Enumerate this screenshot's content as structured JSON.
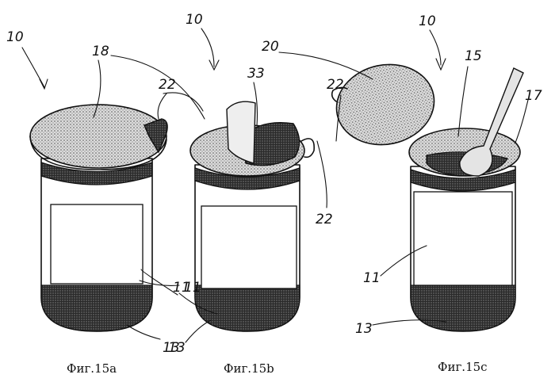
{
  "figures": [
    {
      "caption": "Фиг.15a",
      "ref_container": "10",
      "ref_lid": "18",
      "ref_tab": "22",
      "ref_label": "11",
      "ref_base": "13"
    },
    {
      "caption": "Фиг.15b",
      "ref_container": "10",
      "ref_insert": "33",
      "ref_tab": "22",
      "ref_label": "11",
      "ref_base": "13"
    },
    {
      "caption": "Фиг.15c",
      "ref_container": "10",
      "ref_lid": "20",
      "ref_tab": "22",
      "ref_content": "15",
      "ref_rim": "17",
      "ref_label": "11",
      "ref_base": "13"
    }
  ],
  "colors": {
    "ink": "#111111",
    "stipple": "#555555",
    "paper": "#ffffff"
  }
}
